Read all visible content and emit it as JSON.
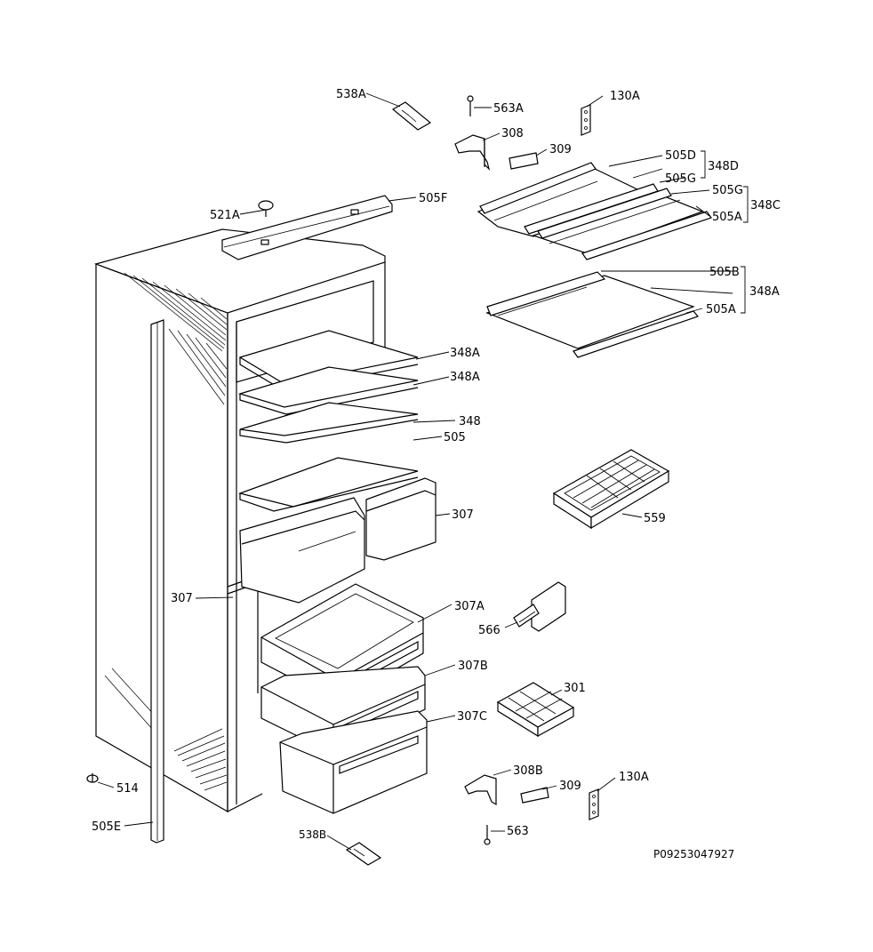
{
  "labels": {
    "p538A_top": "538A",
    "p563A": "563A",
    "p130A_top": "130A",
    "p308": "308",
    "p309_top": "309",
    "p505D": "505D",
    "p348D": "348D",
    "p505G_1": "505G",
    "p505G_2": "505G",
    "p348C": "348C",
    "p505A_1": "505A",
    "p521A": "521A",
    "p505F": "505F",
    "p505B": "505B",
    "p348A_right": "348A",
    "p505A_2": "505A",
    "p348A_1": "348A",
    "p348A_2": "348A",
    "p348": "348",
    "p505": "505",
    "p307_right": "307",
    "p559": "559",
    "p307_left": "307",
    "p307A": "307A",
    "p566": "566",
    "p307B": "307B",
    "p301": "301",
    "p307C": "307C",
    "p308B": "308B",
    "p309_bottom": "309",
    "p130A_bottom": "130A",
    "p514": "514",
    "p505E": "505E",
    "p563": "563",
    "p538B": "538B",
    "drawing_number": "P09253047927"
  }
}
